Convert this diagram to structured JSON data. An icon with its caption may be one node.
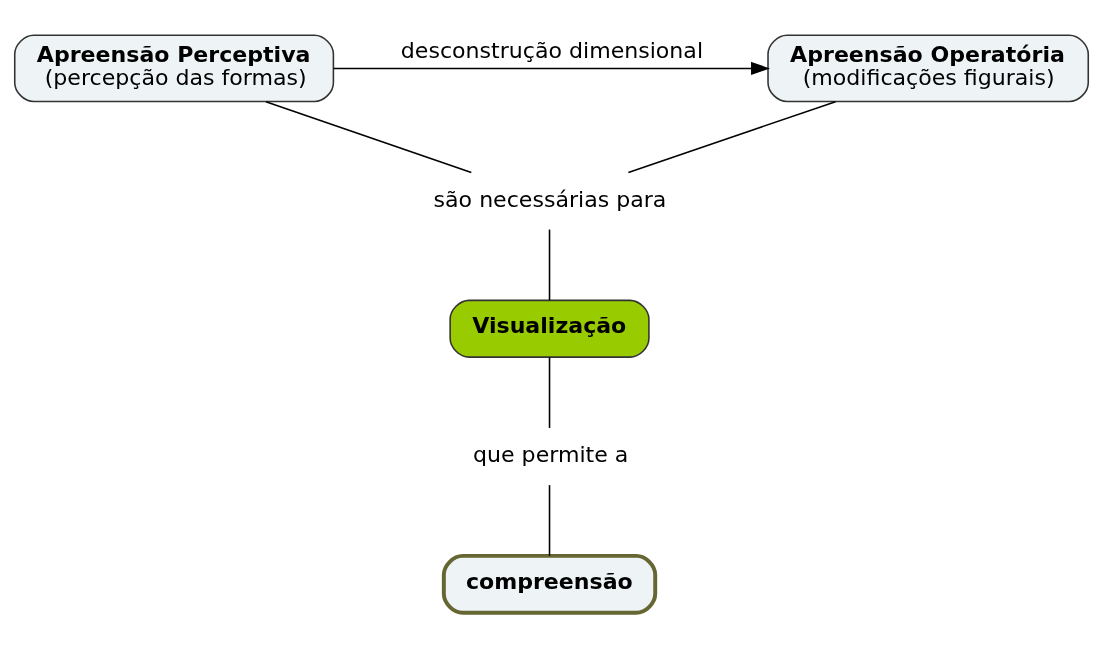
{
  "diagram": {
    "nodes": [
      {
        "text": [
          "Apreensão Perceptiva",
          "(percepção das formas)"
        ]
      },
      {
        "text": [
          "Apreensão Operatória",
          "(modificações figurais)"
        ]
      },
      {
        "text": [
          "são necessárias para"
        ]
      },
      {
        "text": [
          "Visualização"
        ]
      },
      {
        "text": [
          "que permite a"
        ]
      },
      {
        "text": [
          "compreensão"
        ]
      }
    ],
    "edges": [
      {
        "from": 0,
        "to": 1,
        "arrow": "to",
        "label": "desconstrução dimensional"
      },
      {
        "from": 0,
        "to": 2,
        "arrow": "none"
      },
      {
        "from": 1,
        "to": 2,
        "arrow": "none"
      },
      {
        "from": 2,
        "to": 3,
        "arrow": "none"
      },
      {
        "from": 3,
        "to": 4,
        "arrow": "none"
      },
      {
        "from": 4,
        "to": 5,
        "arrow": "none"
      }
    ]
  }
}
